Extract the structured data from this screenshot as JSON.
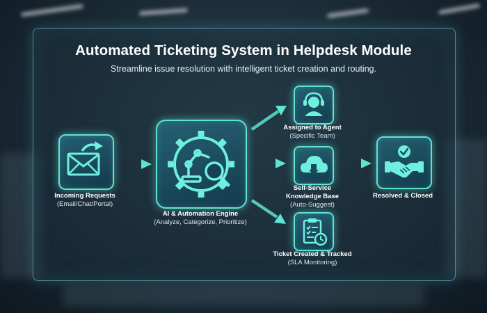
{
  "header": {
    "title": "Automated Ticketing System in Helpdesk Module",
    "subtitle": "Streamline issue resolution with intelligent ticket creation and routing."
  },
  "nodes": {
    "incoming": {
      "title": "Incoming Requests",
      "subtitle": "(Email/Chat/Portal)",
      "icon": "email-icon"
    },
    "engine": {
      "title": "AI & Automation Engine",
      "subtitle": "(Analyze, Categorize, Prioritize)",
      "icon": "robot-gear-icon"
    },
    "agent": {
      "title": "Assigned to Agent",
      "subtitle": "(Specific Team)",
      "icon": "headset-agent-icon"
    },
    "selfservice": {
      "title": "Self-Service",
      "title2": "Knowledge Base",
      "subtitle": "(Auto-Suggest)",
      "icon": "cloud-icon"
    },
    "ticket": {
      "title": "Ticket Created & Tracked",
      "subtitle": "(SLA Monitoring)",
      "icon": "clipboard-clock-icon"
    },
    "resolved": {
      "title": "Resolved & Closed",
      "icon": "handshake-check-icon"
    }
  },
  "colors": {
    "accent": "#5fe3d2",
    "panel_border": "#8cd2e6",
    "text": "#ffffff"
  }
}
